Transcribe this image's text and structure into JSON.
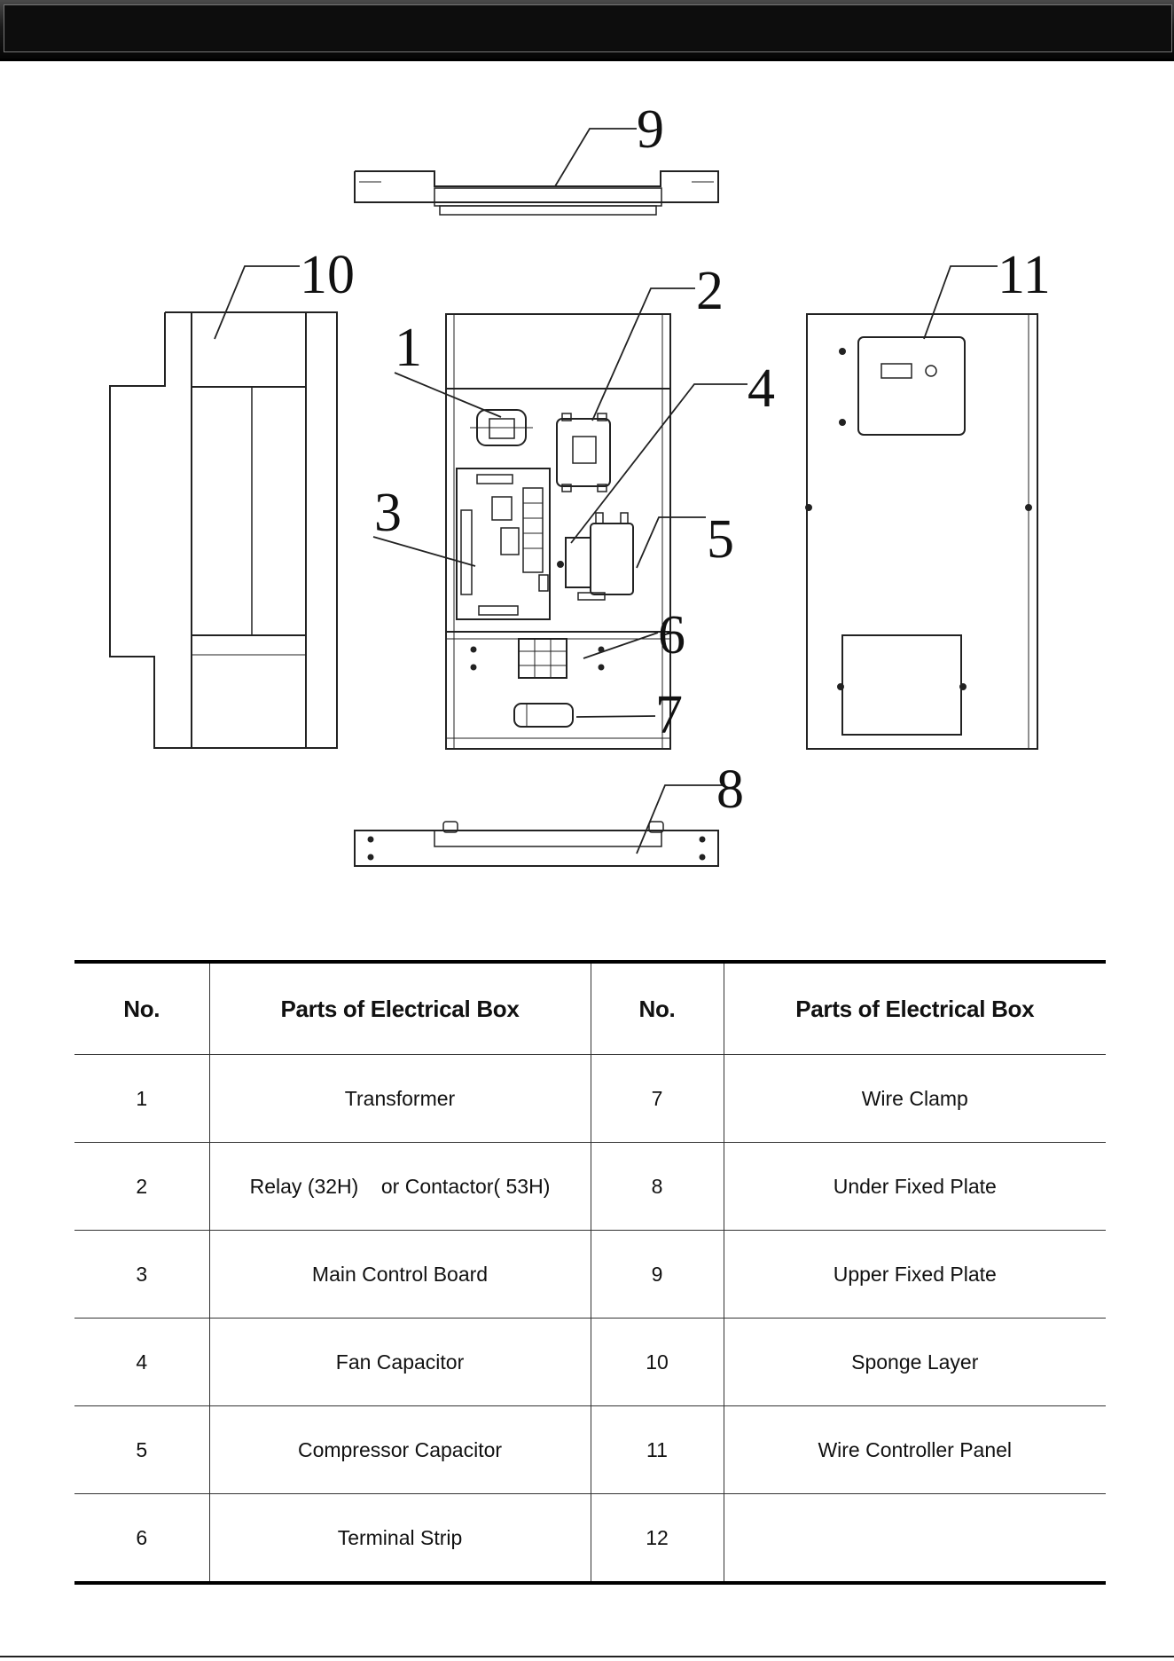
{
  "callouts": [
    "1",
    "2",
    "3",
    "4",
    "5",
    "6",
    "7",
    "8",
    "9",
    "10",
    "11"
  ],
  "table": {
    "headers": {
      "no_left": "No.",
      "parts_left": "Parts of Electrical Box",
      "no_right": "No.",
      "parts_right": "Parts of Electrical Box"
    },
    "rows": [
      {
        "no1": "1",
        "part1": "Transformer",
        "no2": "7",
        "part2": "Wire Clamp"
      },
      {
        "no1": "2",
        "part1": "Relay (32H)    or Contactor( 53H)",
        "no2": "8",
        "part2": "Under Fixed Plate"
      },
      {
        "no1": "3",
        "part1": "Main Control Board",
        "no2": "9",
        "part2": "Upper Fixed Plate"
      },
      {
        "no1": "4",
        "part1": "Fan Capacitor",
        "no2": "10",
        "part2": "Sponge Layer"
      },
      {
        "no1": "5",
        "part1": "Compressor Capacitor",
        "no2": "11",
        "part2": "Wire Controller Panel"
      },
      {
        "no1": "6",
        "part1": "Terminal Strip",
        "no2": "12",
        "part2": ""
      }
    ]
  }
}
